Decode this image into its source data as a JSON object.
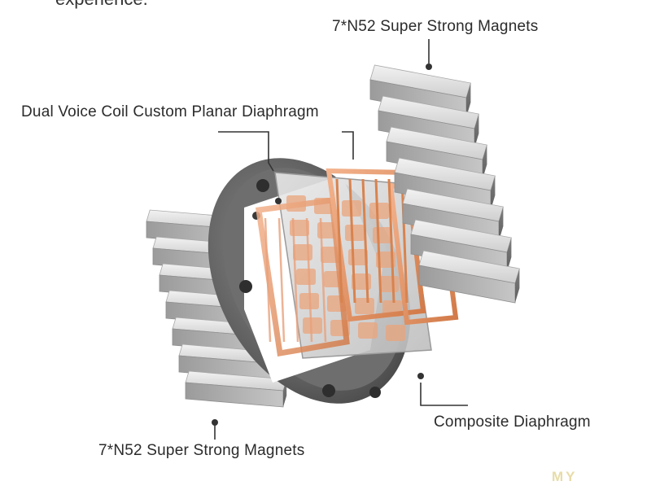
{
  "top_clipped_text": "experience.",
  "labels": {
    "magnets_top": "7*N52 Super Strong Magnets",
    "dual_voice_coil": "Dual Voice Coil Custom Planar Diaphragm",
    "magnets_bottom": "7*N52 Super Strong Magnets",
    "composite_diaphragm": "Composite Diaphragm"
  },
  "watermark": "MY",
  "magnet_count_left": 7,
  "magnet_count_right": 7,
  "colors": {
    "magnet_light": "#e4e4e4",
    "magnet_mid": "#b6b6b6",
    "magnet_dark": "#8a8a8a",
    "frame": "#5a5a5a",
    "coil": "#d9895a",
    "text": "#2b2b2b",
    "leader": "#333333"
  }
}
